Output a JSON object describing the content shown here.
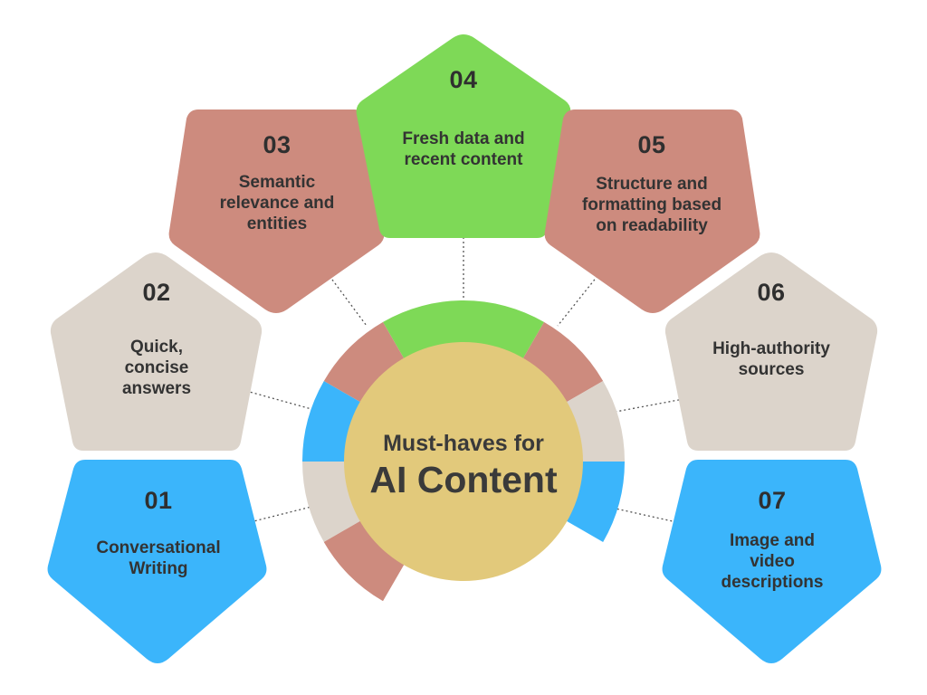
{
  "colors": {
    "blue": "#3bb5fb",
    "beige": "#dcd4cb",
    "rose": "#cd8b7e",
    "green": "#7ed957",
    "ring_light": "#f1f1ea",
    "center": "#e2c97b"
  },
  "center": {
    "line1": "Must-haves for",
    "line2": "AI Content"
  },
  "items": [
    {
      "number": "01",
      "label": "Conversational Writing",
      "color": "blue"
    },
    {
      "number": "02",
      "label": "Quick, concise answers",
      "color": "beige"
    },
    {
      "number": "03",
      "label": "Semantic relevance and entities",
      "color": "rose"
    },
    {
      "number": "04",
      "label": "Fresh data and recent content",
      "color": "green"
    },
    {
      "number": "05",
      "label": "Structure and formatting based on readability",
      "color": "rose"
    },
    {
      "number": "06",
      "label": "High-authority sources",
      "color": "beige"
    },
    {
      "number": "07",
      "label": "Image and video descriptions",
      "color": "blue"
    }
  ]
}
